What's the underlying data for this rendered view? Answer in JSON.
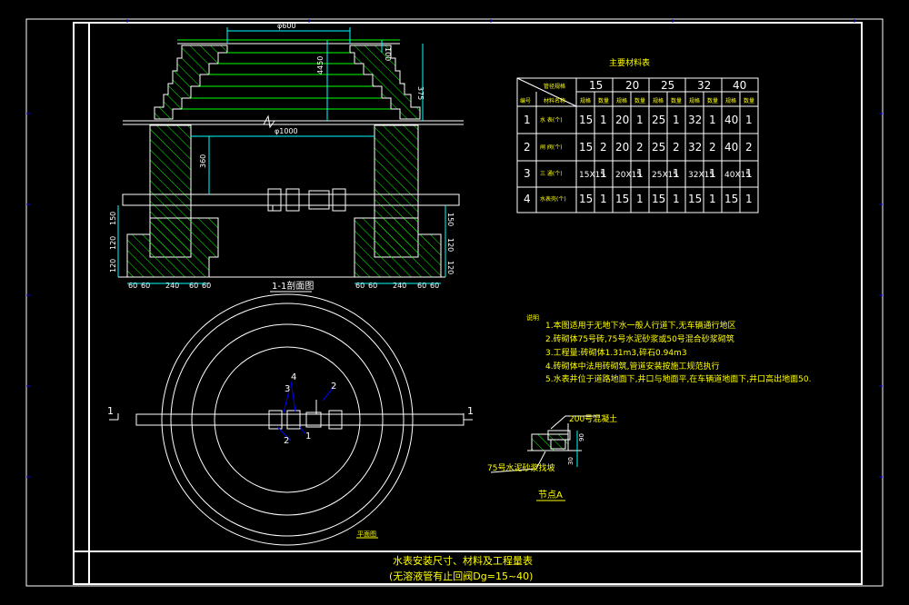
{
  "dims": {
    "top_width": "φ600",
    "top_height": "100",
    "inner_depth": "4450",
    "outer_height": "375",
    "bottom_dia": "φ1000",
    "inner_height": "360",
    "left_150": "150",
    "left_120a": "120",
    "left_120b": "120",
    "right_150": "150",
    "right_120a": "120",
    "right_120b": "120",
    "bottom_left": [
      "60",
      "60",
      "240",
      "60",
      "60"
    ],
    "bottom_right": [
      "60",
      "60",
      "240",
      "60",
      "60"
    ]
  },
  "section_title": "1-1剖面图",
  "plan_title": "平面图",
  "section_mark": "1",
  "callouts": [
    "4",
    "3",
    "2",
    "2",
    "1"
  ],
  "table": {
    "title": "主要材料表",
    "header_label": "管径规格",
    "col_no": "编号",
    "col_name": "材料名称",
    "sizes": [
      "15",
      "20",
      "25",
      "32",
      "40"
    ],
    "subheads": [
      "规格",
      "数量"
    ],
    "rows": [
      {
        "no": "1",
        "name": "水 表(个)",
        "cells": [
          "15",
          "1",
          "20",
          "1",
          "25",
          "1",
          "32",
          "1",
          "40",
          "1"
        ]
      },
      {
        "no": "2",
        "name": "闸 阀(个)",
        "cells": [
          "15",
          "2",
          "20",
          "2",
          "25",
          "2",
          "32",
          "2",
          "40",
          "2"
        ]
      },
      {
        "no": "3",
        "name": "三 通(个)",
        "cells": [
          "15X15",
          "1",
          "20X15",
          "1",
          "25X15",
          "1",
          "32X15",
          "1",
          "40X15",
          "1"
        ]
      },
      {
        "no": "4",
        "name": "水表壳(个)",
        "cells": [
          "15",
          "1",
          "15",
          "1",
          "15",
          "1",
          "15",
          "1",
          "15",
          "1"
        ]
      }
    ]
  },
  "notes": {
    "title": "说明",
    "items": [
      "1.本图适用于无地下水一般人行道下,无车辆通行地区",
      "2.砖砌体75号砖,75号水泥砂浆或50号混合砂浆砌筑",
      "3.工程量:砖砌体1.31m3,碎石0.94m3",
      "4.砖砌体中法用砖砌筑,管道安装按施工规范执行",
      "5.水表井位于道路地面下,井口与地面平,在车辆道地面下,井口高出地面50."
    ]
  },
  "detail": {
    "label_top": "200号混凝土",
    "label_bottom": "75号水泥砂浆找坡",
    "dim_a": "90",
    "dim_b": "30",
    "title": "节点A"
  },
  "title_block": {
    "line1": "水表安装尺寸、材料及工程量表",
    "line2": "(无溶液管有止回阀Dg=15~40)"
  },
  "colors": {
    "background": "#000000",
    "frame": "#ffffff",
    "dimension": "#00ffff",
    "hatch": "#00ff00",
    "text": "#ffff00",
    "callout": "#0000ff"
  }
}
